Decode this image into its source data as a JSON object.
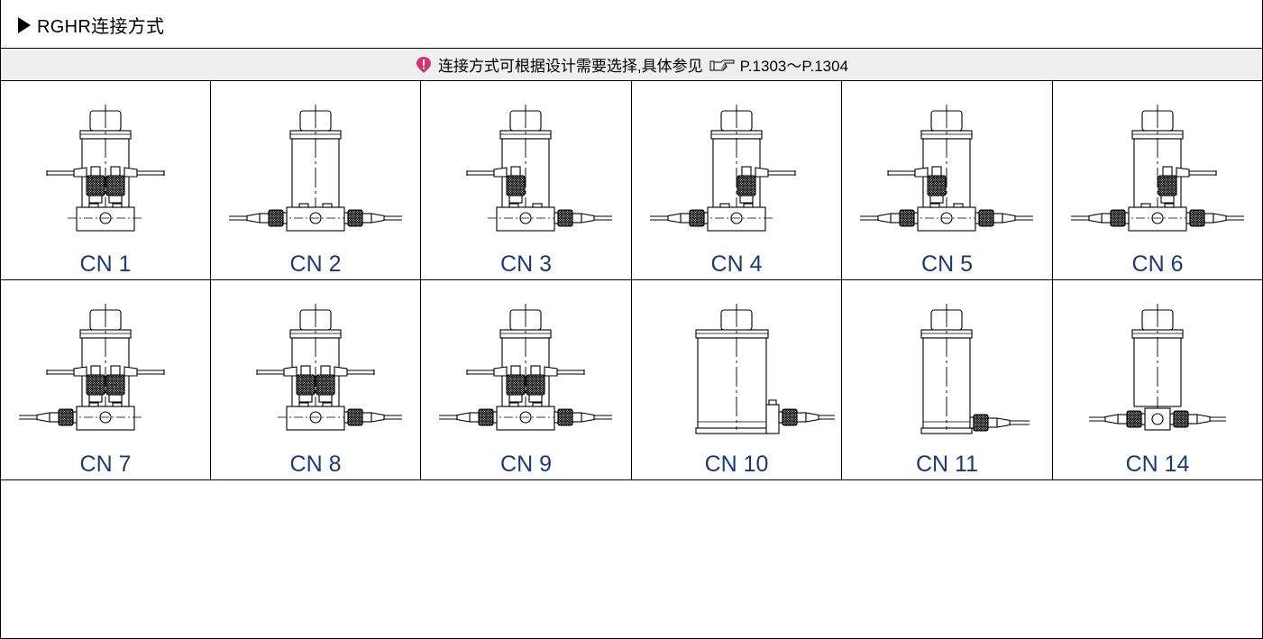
{
  "header": {
    "title": "RGHR连接方式"
  },
  "note": {
    "text": "连接方式可根据设计需要选择,具体参见",
    "ref": "P.1303～P.1304",
    "icon": "caution-icon",
    "ref_icon": "pointing-hand-icon"
  },
  "colors": {
    "label": "#1b3a78",
    "note_bg": "#efefef",
    "caution": "#d6336c"
  },
  "connections": [
    {
      "label": "CN 1",
      "top_left": true,
      "top_right": true,
      "bottom_left": false,
      "bottom_right": false,
      "base": "manifold"
    },
    {
      "label": "CN 2",
      "top_left": false,
      "top_right": false,
      "bottom_left": true,
      "bottom_right": true,
      "base": "manifold"
    },
    {
      "label": "CN 3",
      "top_left": true,
      "top_right": false,
      "bottom_left": false,
      "bottom_right": true,
      "base": "manifold"
    },
    {
      "label": "CN 4",
      "top_left": false,
      "top_right": true,
      "bottom_left": true,
      "bottom_right": false,
      "base": "manifold"
    },
    {
      "label": "CN 5",
      "top_left": true,
      "top_right": false,
      "bottom_left": true,
      "bottom_right": true,
      "base": "manifold"
    },
    {
      "label": "CN 6",
      "top_left": false,
      "top_right": true,
      "bottom_left": true,
      "bottom_right": true,
      "base": "manifold"
    },
    {
      "label": "CN 7",
      "top_left": true,
      "top_right": true,
      "bottom_left": true,
      "bottom_right": false,
      "base": "manifold"
    },
    {
      "label": "CN 8",
      "top_left": true,
      "top_right": true,
      "bottom_left": false,
      "bottom_right": true,
      "base": "manifold"
    },
    {
      "label": "CN 9",
      "top_left": true,
      "top_right": true,
      "bottom_left": true,
      "bottom_right": true,
      "base": "manifold"
    },
    {
      "label": "CN 10",
      "top_left": false,
      "top_right": false,
      "bottom_left": false,
      "bottom_right": true,
      "base": "side-box"
    },
    {
      "label": "CN 11",
      "top_left": false,
      "top_right": false,
      "bottom_left": false,
      "bottom_right": true,
      "base": "plain"
    },
    {
      "label": "CN 14",
      "top_left": false,
      "top_right": false,
      "bottom_left": true,
      "bottom_right": true,
      "base": "center-block"
    }
  ]
}
